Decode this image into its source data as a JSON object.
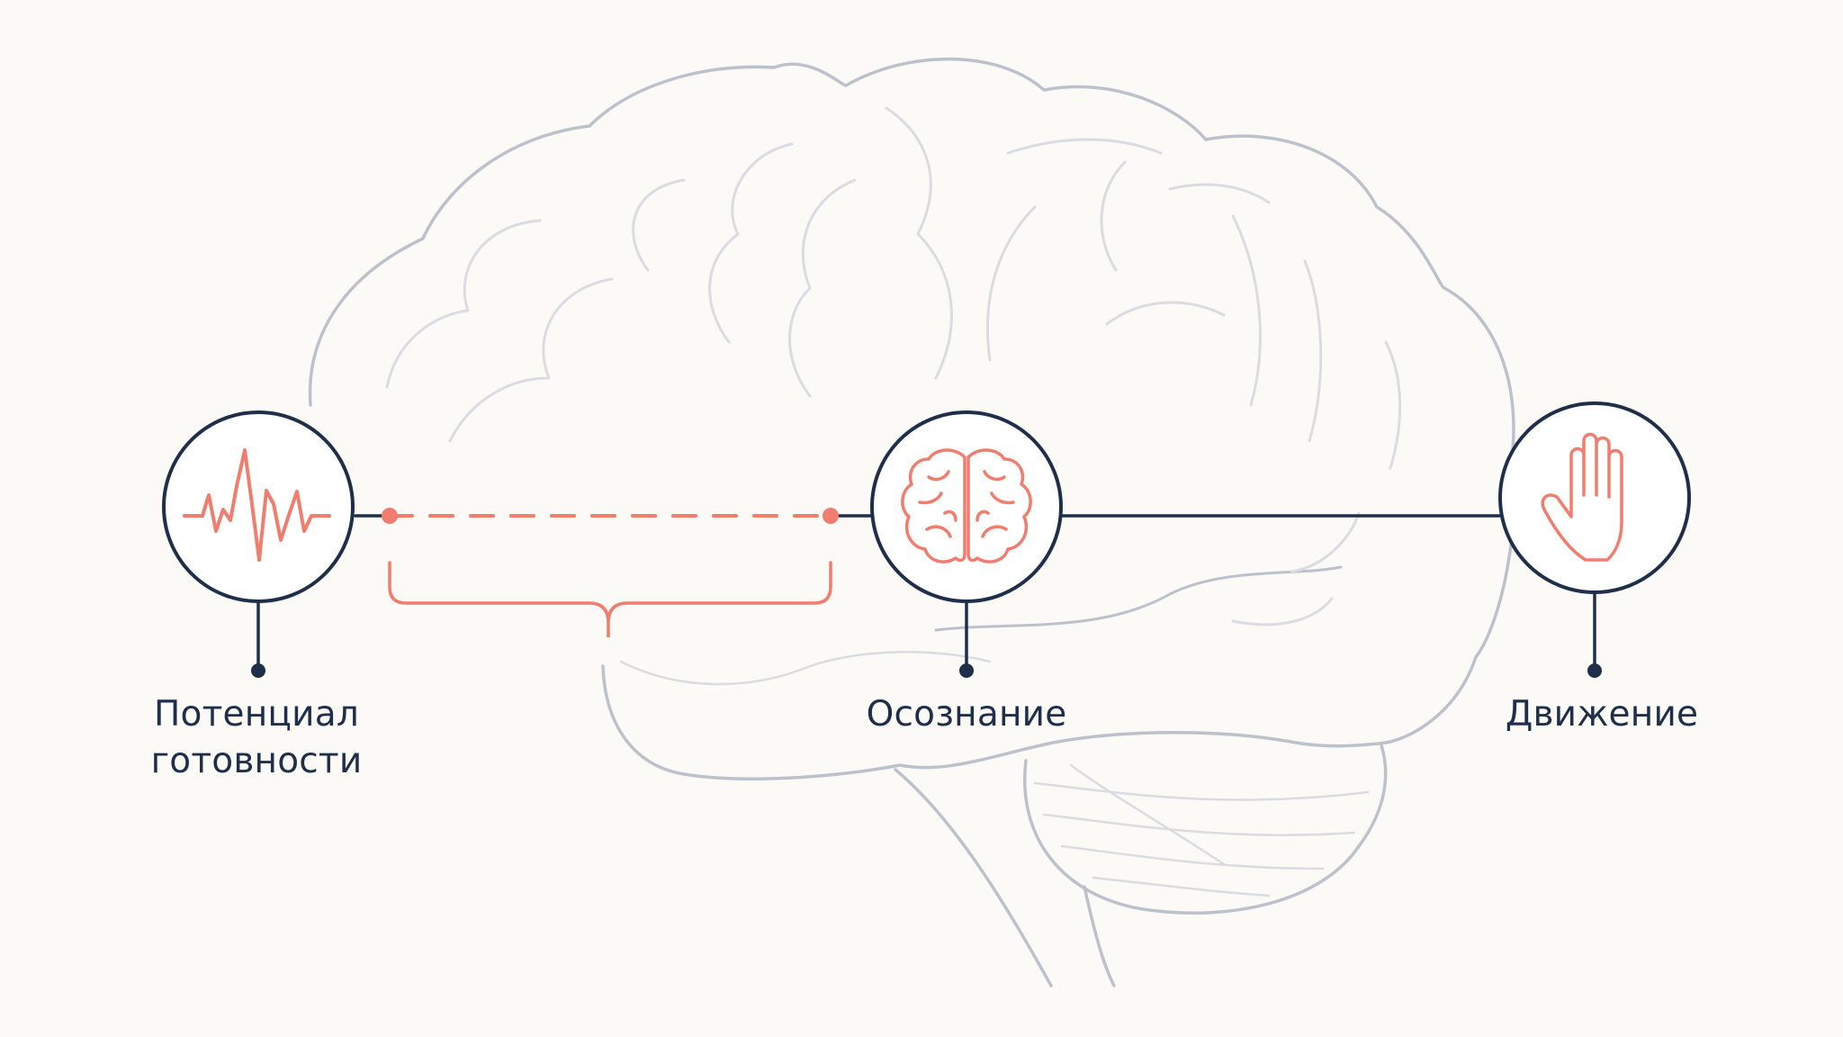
{
  "colors": {
    "background": "#FBFAF6",
    "navy": "#1F2F4A",
    "coral": "#F07D6E",
    "brain_outline": "#BCC1CC",
    "brain_inner": "#DADCE2"
  },
  "stages": [
    {
      "name": "readiness-potential",
      "icon": "brainwave-icon",
      "label_line1": "Потенциал",
      "label_line2": "готовности"
    },
    {
      "name": "awareness",
      "icon": "brain-icon",
      "label_line1": "Осознание"
    },
    {
      "name": "movement",
      "icon": "hand-icon",
      "label_line1": "Движение"
    }
  ]
}
